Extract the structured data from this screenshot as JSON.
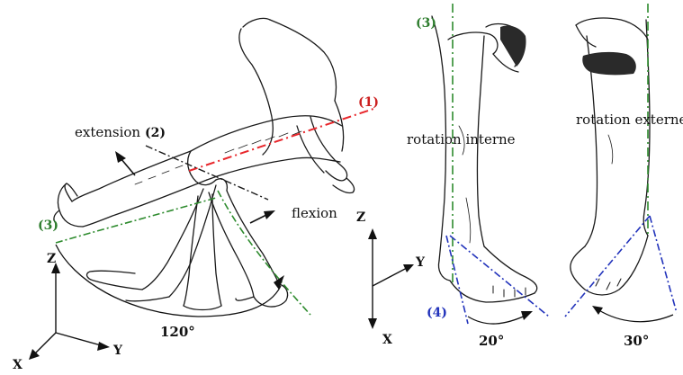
{
  "labels": {
    "axis1": "(1)",
    "axis2": "(2)",
    "axis3_left": "(3)",
    "axis3_right": "(3)",
    "axis4": "(4)",
    "extension": "extension",
    "flexion": "flexion",
    "rotation_interne": "rotation interne",
    "rotation_externe": "rotation externe",
    "angle_flexion": "120°",
    "angle_interne": "20°",
    "angle_externe": "30°"
  },
  "frames": {
    "left": {
      "z": "Z",
      "x": "X",
      "y": "Y"
    },
    "right": {
      "z": "Z",
      "y": "Y",
      "x": "X"
    }
  },
  "colors": {
    "axis1": "#e8262b",
    "axis2": "#1a1a1a",
    "axis3": "#2e8b2e",
    "axis4": "#2233bb",
    "ink": "#111111",
    "axis1_label": "#cc1f1f",
    "axis3_label": "#2e7d2e",
    "axis4_label": "#2233bb"
  }
}
